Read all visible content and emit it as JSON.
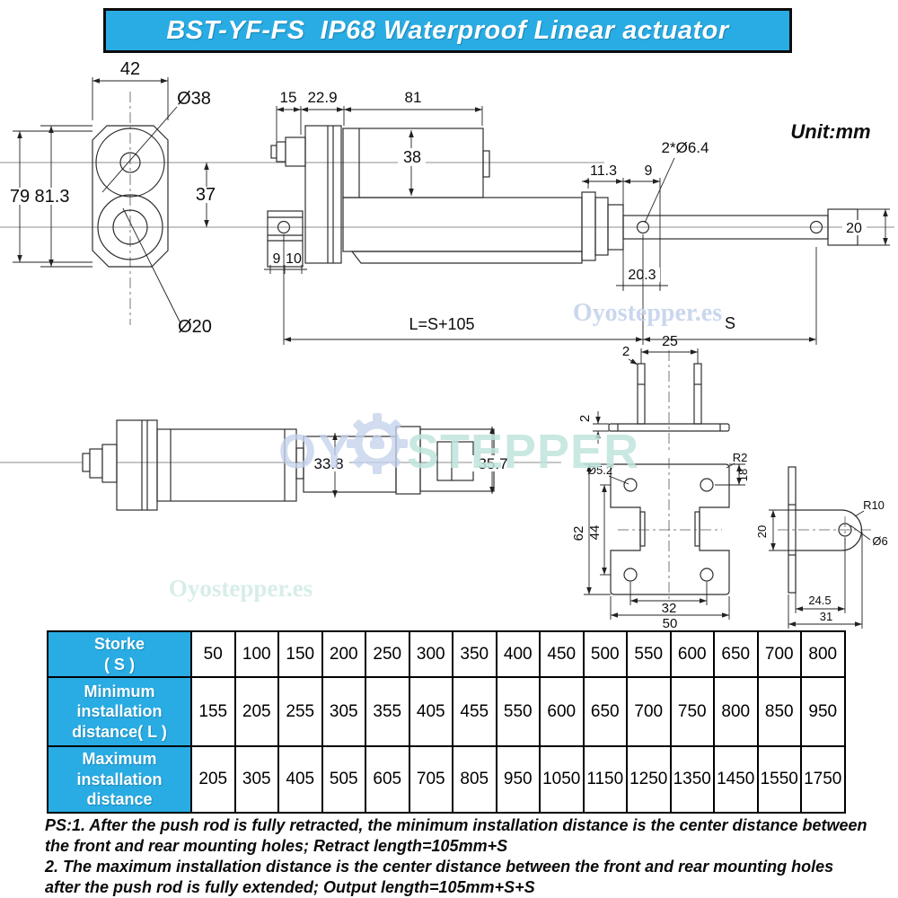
{
  "title": "BST-YF-FS  IP68 Waterproof Linear actuator",
  "unit_label": "Unit:mm",
  "colors": {
    "accent_cyan": "#29ace4",
    "watermark_blue": "#c5d3ed",
    "watermark_teal": "#c0e5de",
    "watermark_teal_light": "#d5ede8"
  },
  "watermarks": {
    "site_top": "Oyostepper.es",
    "site_bottom": "Oyostepper.es",
    "brand_left": "OY",
    "brand_right": "STEPPER"
  },
  "drawing": {
    "front_view": {
      "width_top": "42",
      "outer_dia": "Ø38",
      "height_a": "79",
      "height_b": "81.3",
      "center_dist": "37",
      "hole_dia": "Ø20"
    },
    "side_view": {
      "dim_15": "15",
      "dim_22_9": "22.9",
      "dim_81": "81",
      "dim_38": "38",
      "dim_9a": "9",
      "dim_10": "10",
      "dim_11_3": "11.3",
      "dim_9b": "9",
      "dim_holes": "2*Ø6.4",
      "dim_20_3": "20.3",
      "dim_20": "20",
      "dim_L": "L=S+105",
      "dim_S": "S"
    },
    "retracted_view": {
      "dim_33_8": "33.8",
      "dim_35_7": "35.7"
    },
    "bracket_front": {
      "dim_25": "25",
      "dim_2_wall": "2",
      "dim_2_base": "2"
    },
    "plate_view": {
      "dim_62": "62",
      "dim_44": "44",
      "dim_hole": "Ø5.2",
      "dim_r2": "R2",
      "dim_18": "18",
      "dim_32": "32",
      "dim_50": "50"
    },
    "side_bracket": {
      "dim_20": "20",
      "dim_r10": "R10",
      "dim_d6": "Ø6",
      "dim_24_5": "24.5",
      "dim_31": "31"
    }
  },
  "table": {
    "rows": [
      {
        "label_lines": [
          "Storke",
          "( S )"
        ],
        "values": [
          "50",
          "100",
          "150",
          "200",
          "250",
          "300",
          "350",
          "400",
          "450",
          "500",
          "550",
          "600",
          "650",
          "700",
          "800"
        ]
      },
      {
        "label_lines": [
          "Minimum",
          "installation",
          "distance( L )"
        ],
        "values": [
          "155",
          "205",
          "255",
          "305",
          "355",
          "405",
          "455",
          "550",
          "600",
          "650",
          "700",
          "750",
          "800",
          "850",
          "950"
        ]
      },
      {
        "label_lines": [
          "Maximum",
          "installation",
          "distance"
        ],
        "values": [
          "205",
          "305",
          "405",
          "505",
          "605",
          "705",
          "805",
          "950",
          "1050",
          "1150",
          "1250",
          "1350",
          "1450",
          "1550",
          "1750"
        ]
      }
    ]
  },
  "notes": {
    "note1": "PS:1. After the push rod is fully retracted, the minimum installation distance is the center distance between the front and rear mounting holes; Retract length=105mm+S",
    "note2": "2. The maximum installation distance is the center distance between the front and rear mounting holes after the push rod is fully extended; Output length=105mm+S+S"
  }
}
